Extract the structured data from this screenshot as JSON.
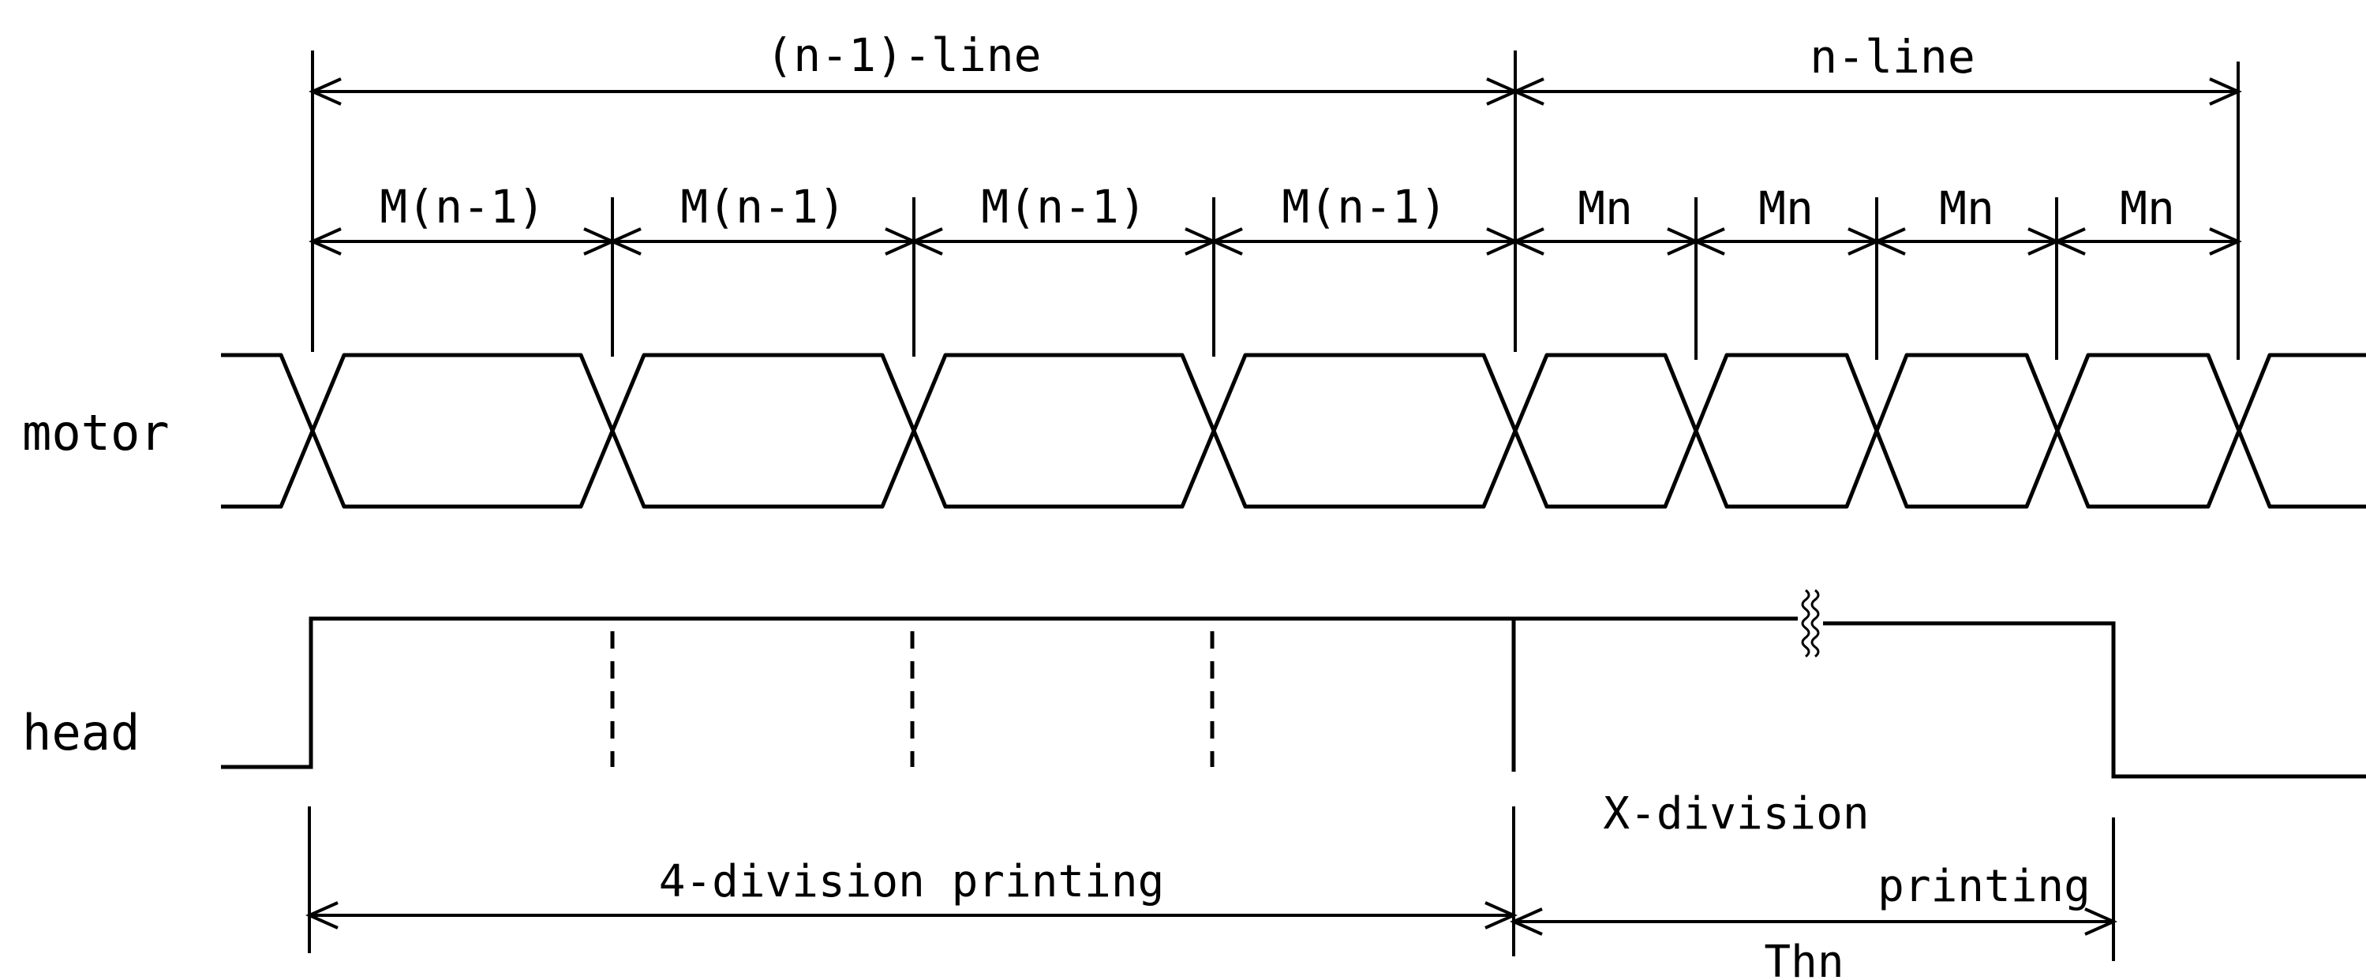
{
  "labels": {
    "prev_line": "(n-1)-line",
    "n_line": "n-line",
    "m_prev": "M(n-1)",
    "m_n": "Mn",
    "motor": "motor",
    "head": "head",
    "four_division": "4-division printing",
    "x_division": "X-division",
    "printing": "printing",
    "thn": "Thn"
  },
  "structure": {
    "prev_line_segments": 4,
    "n_line_segments": 4
  },
  "colors": {
    "line": "#000000",
    "background": "#ffffff"
  }
}
